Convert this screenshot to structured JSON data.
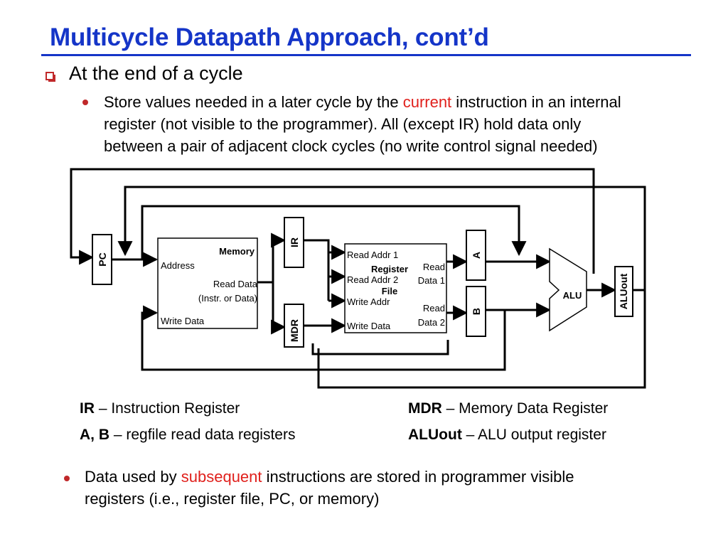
{
  "slide": {
    "title": "Multicycle Datapath Approach, cont’d",
    "bullet_main": "At the end of a cycle",
    "sub1": {
      "before": "Store values needed in a later cycle by the ",
      "highlight": "current",
      "after_line1": " instruction in an internal",
      "line2": "register (not visible to the programmer). All (except IR) hold data only",
      "line3": "between a pair of adjacent clock cycles (no write control signal needed)"
    },
    "legend": {
      "ir_term": "IR",
      "ir_desc": " – Instruction Register",
      "mdr_term": "MDR",
      "mdr_desc": " – Memory Data Register",
      "ab_term": "A, B",
      "ab_desc": " – regfile read data registers",
      "aluout_term": "ALUout",
      "aluout_desc": " – ALU output register"
    },
    "sub2": {
      "before": "Data used by ",
      "highlight": "subsequent",
      "after_line1": " instructions are stored in programmer visible",
      "line2": "registers (i.e., register file, PC, or memory)"
    },
    "colors": {
      "title": "#1535c8",
      "bullet": "#c0282a",
      "highlight": "#e0201c"
    }
  },
  "diagram": {
    "pc": "PC",
    "memory": {
      "title": "Memory",
      "address": "Address",
      "read_data": "Read Data",
      "read_note": "(Instr. or Data)",
      "write_data": "Write Data"
    },
    "ir": "IR",
    "mdr": "MDR",
    "regfile": {
      "read_addr1": "Read Addr 1",
      "title1": "Register",
      "read_addr2": "Read Addr 2",
      "title2": "File",
      "write_addr": "Write Addr",
      "write_data": "Write Data",
      "read_data1_a": "Read",
      "read_data1_b": "Data 1",
      "read_data2_a": "Read",
      "read_data2_b": "Data 2"
    },
    "a": "A",
    "b": "B",
    "alu": "ALU",
    "aluout": "ALUout"
  }
}
